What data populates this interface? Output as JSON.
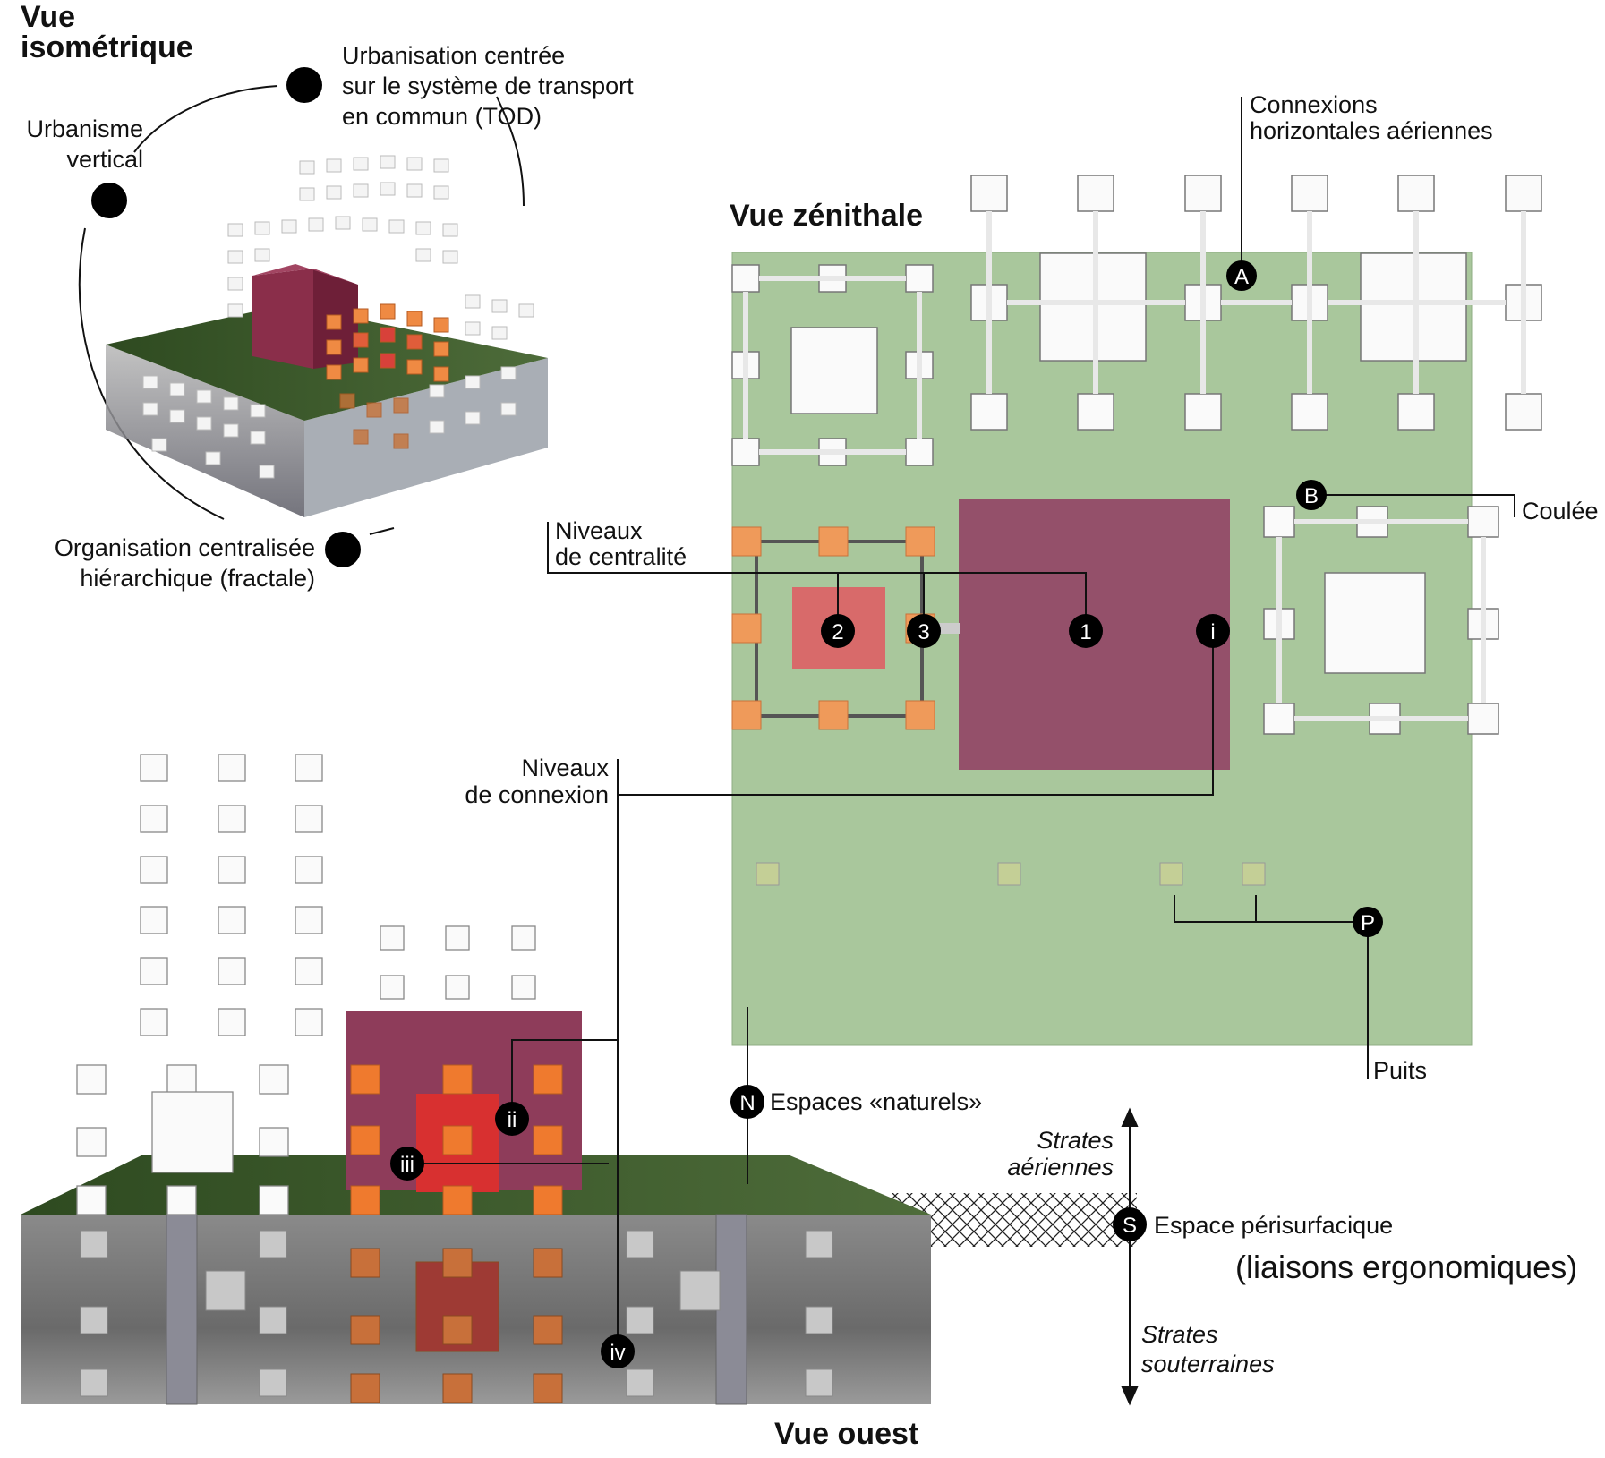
{
  "titles": {
    "iso_line1": "Vue",
    "iso_line2": "isométrique",
    "zenith": "Vue zénithale",
    "west": "Vue ouest"
  },
  "iso_labels": {
    "tod_l1": "Urbanisation centrée",
    "tod_l2": "sur le système de transport",
    "tod_l3": "en commun (TOD)",
    "vertical_l1": "Urbanisme",
    "vertical_l2": "vertical",
    "org_l1": "Organisation centralisée",
    "org_l2": "hiérarchique (fractale)"
  },
  "zenith_labels": {
    "connexions_l1": "Connexions",
    "connexions_l2": "horizontales aériennes",
    "coulee": "Coulée",
    "centralite_l1": "Niveaux",
    "centralite_l2": "de centralité",
    "puits": "Puits"
  },
  "west_labels": {
    "connexion_l1": "Niveaux",
    "connexion_l2": "de connexion",
    "naturels": "Espaces «naturels»",
    "strates_aer_l1": "Strates",
    "strates_aer_l2": "aériennes",
    "perisurface": "Espace périsurfacique",
    "ergonomiques": "(liaisons ergonomiques)",
    "strates_sout_l1": "Strates",
    "strates_sout_l2": "souterraines"
  },
  "markers": {
    "A": "A",
    "B": "B",
    "P": "P",
    "N": "N",
    "S": "S",
    "n1": "1",
    "n2": "2",
    "n3": "3",
    "i": "i",
    "ii": "ii",
    "iii": "iii",
    "iv": "iv"
  },
  "colors": {
    "green_plane": "#a9c79c",
    "maroon": "#8e3c5a",
    "orange": "#ef8a43",
    "red": "#d8413a",
    "pink": "#d86a6a",
    "dark_ground": "#6b6b6b",
    "grass": "#3d5a2c"
  }
}
